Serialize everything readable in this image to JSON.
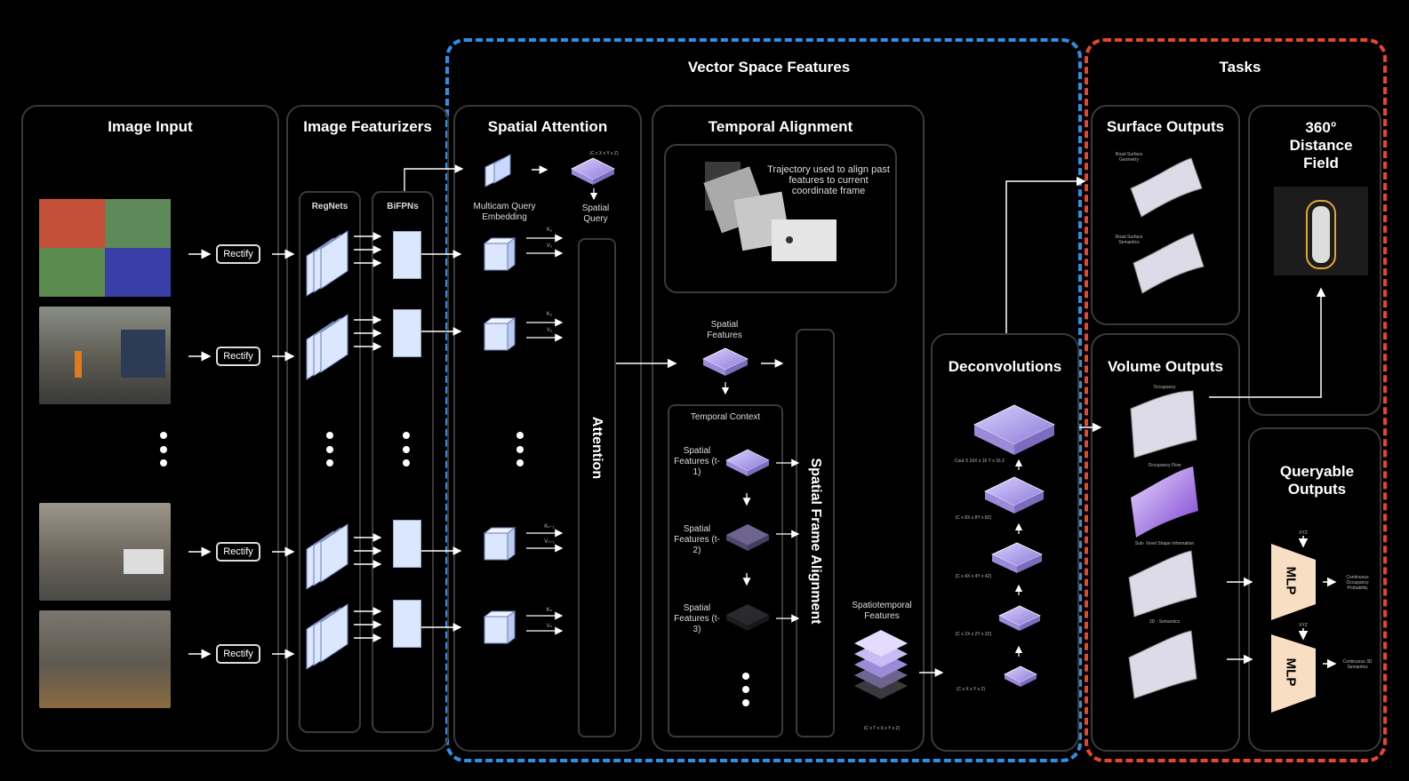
{
  "groups": {
    "vector_space": "Vector Space Features",
    "tasks": "Tasks"
  },
  "panels": {
    "image_input": "Image Input",
    "image_featurizers": "Image Featurizers",
    "spatial_attention": "Spatial Attention",
    "temporal_alignment": "Temporal Alignment",
    "deconvolutions": "Deconvolutions",
    "surface_outputs": "Surface Outputs",
    "distance_field": "360° Distance Field",
    "volume_outputs": "Volume Outputs",
    "queryable_outputs": "Queryable Outputs"
  },
  "featurizers": {
    "regnets": "RegNets",
    "bifpns": "BiFPNs"
  },
  "rectify_label": "Rectify",
  "attention": {
    "query_embedding": "Multicam Query Embedding",
    "query_dims": "(C x X x Y x Z)",
    "spatial_query": "Spatial Query",
    "attention_label": "Attention",
    "kv": [
      {
        "k": "K₁",
        "v": "V₁"
      },
      {
        "k": "K₂",
        "v": "V₂"
      },
      {
        "k": "Kₙ₋₁",
        "v": "Vₙ₋₁"
      },
      {
        "k": "Kₙ",
        "v": "Vₙ"
      }
    ]
  },
  "temporal": {
    "trajectory_note": "Trajectory used to align past features to current coordinate frame",
    "spatial_features": "Spatial Features",
    "temporal_context": "Temporal Context",
    "ctx": [
      "Spatial Features (t-1)",
      "Spatial Features (t-2)",
      "Spatial Features (t-3)"
    ],
    "spatial_frame_alignment": "Spatial Frame Alignment",
    "spatiotemporal": "Spatiotemporal Features",
    "spatiotemporal_dims": "(C x T x X x Y x Z)"
  },
  "deconv": {
    "dims": [
      "Cout X 16X x 16 Y x 16 Z",
      "(C x 8X x 8Y x 8Z)",
      "(C x 4X x 4Y x 4Z)",
      "(C x 2X x 2Y x 2Z)",
      "(C x X x Y x Z)"
    ]
  },
  "surface": {
    "geometry": "Road Surface Geometry",
    "semantics": "Road Surface Semantics"
  },
  "volume": {
    "labels": [
      "Occupancy",
      "Occupancy Flow",
      "Sub- Voxel Shape Information",
      "3D - Semantics"
    ]
  },
  "queryable": {
    "mlp": "MLP",
    "xyz": "XYZ",
    "out1": "Continuous Occupancy Probability",
    "out2": "Continuous 3D Semantics"
  }
}
